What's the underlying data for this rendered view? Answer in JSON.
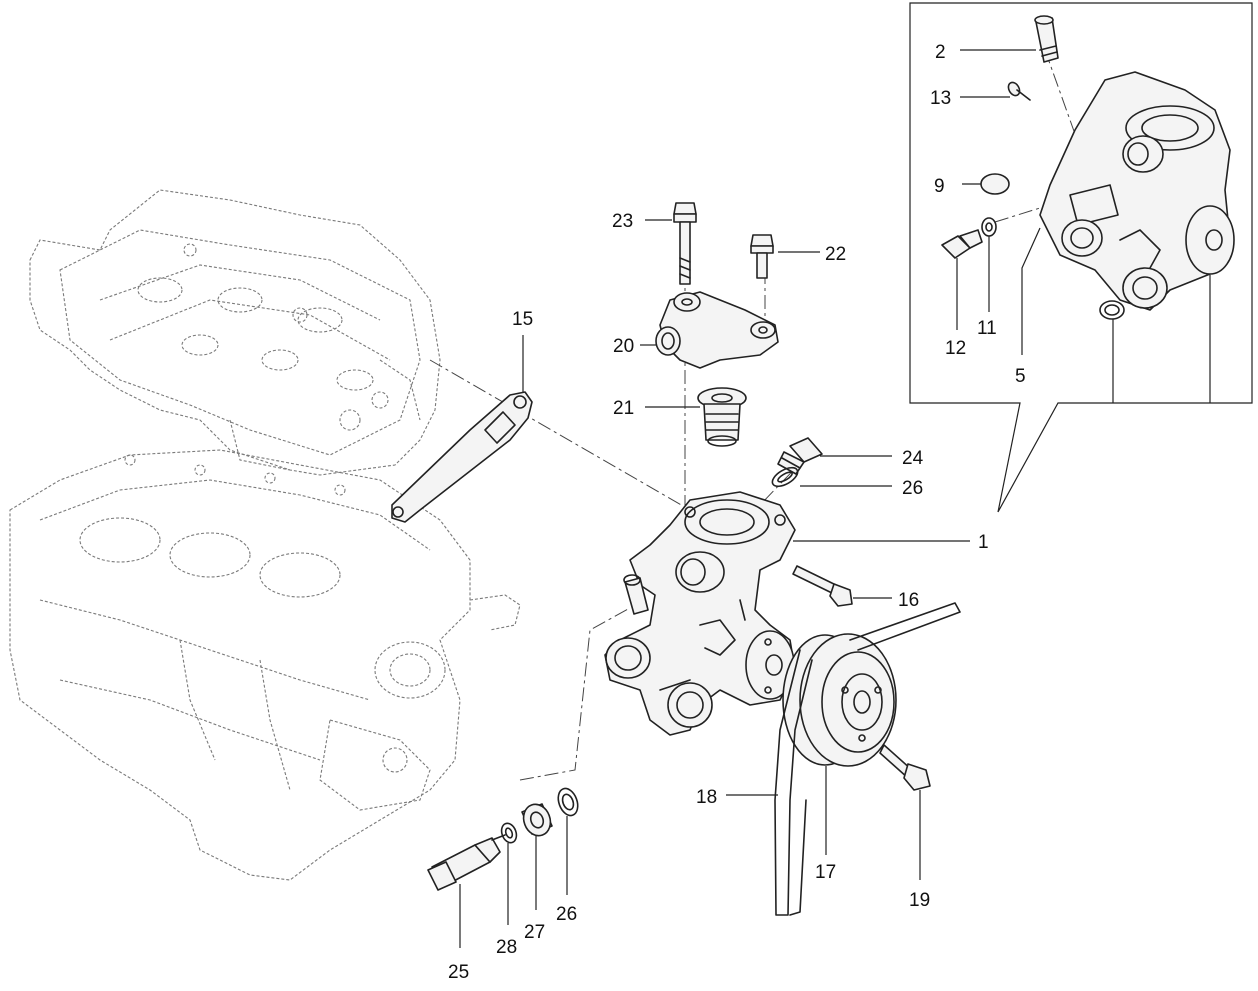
{
  "callouts": {
    "c1": "1",
    "c2": "2",
    "c5": "5",
    "c9": "9",
    "c11": "11",
    "c12": "12",
    "c13": "13",
    "c15": "15",
    "c16": "16",
    "c17": "17",
    "c18": "18",
    "c19": "19",
    "c20": "20",
    "c21": "21",
    "c22": "22",
    "c23": "23",
    "c24": "24",
    "c25": "25",
    "c26a": "26",
    "c26b": "26",
    "c27": "27",
    "c28": "28"
  }
}
